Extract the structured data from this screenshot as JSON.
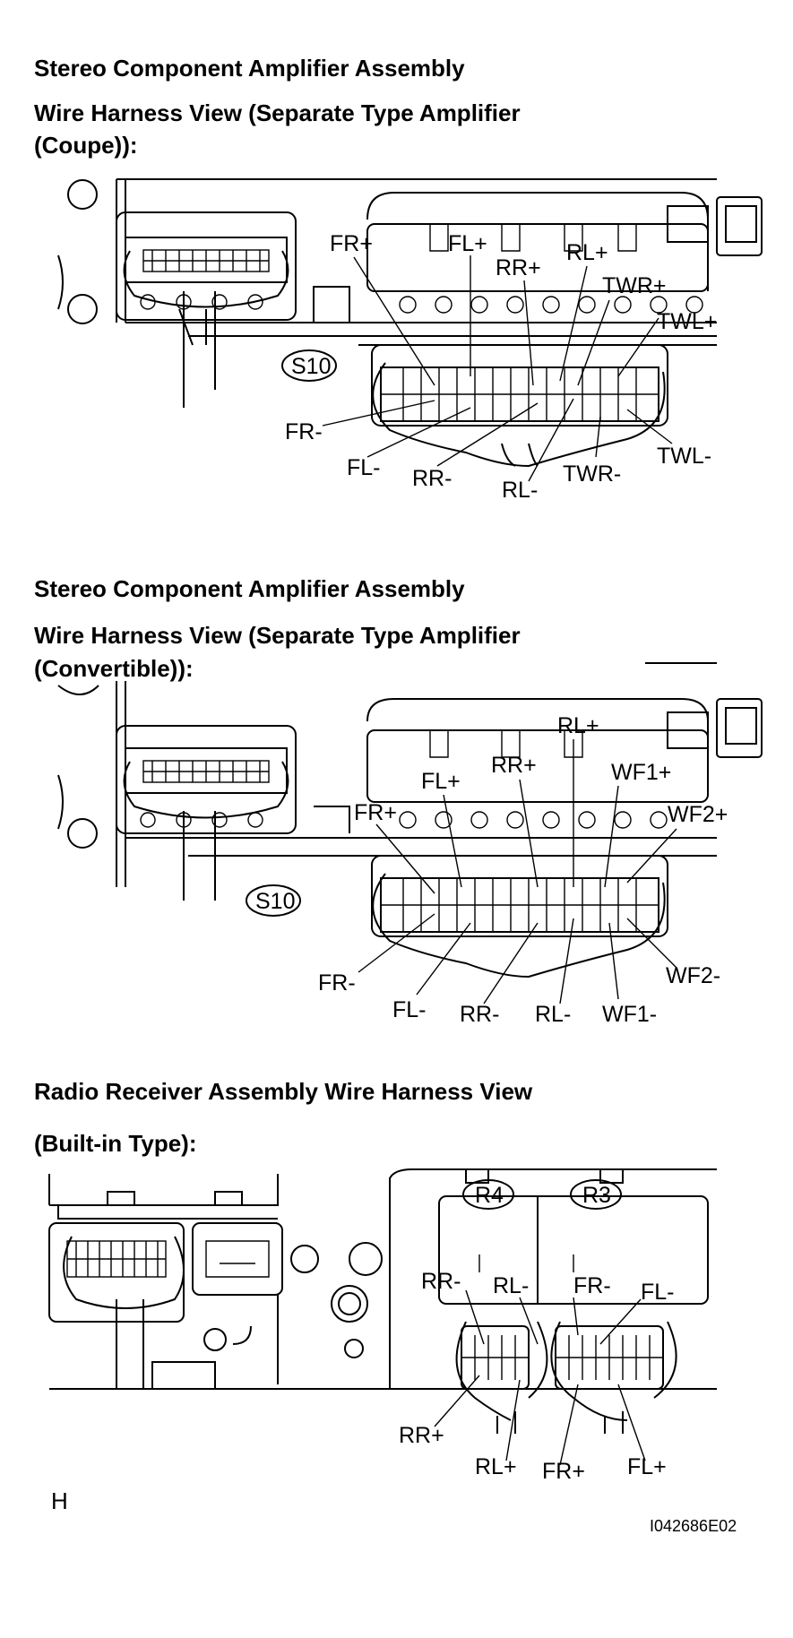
{
  "sections": [
    {
      "heading": "Stereo Component Amplifier Assembly",
      "subheading_line1": "Wire Harness View (Separate Type Amplifier",
      "subheading_line2": "(Coupe)):",
      "badge": "S10",
      "labels": {
        "fr_plus": "FR+",
        "fl_plus": "FL+",
        "rl_plus": "RL+",
        "rr_plus": "RR+",
        "twr_plus": "TWR+",
        "twl_plus": "TWL+",
        "fr_minus": "FR-",
        "fl_minus": "FL-",
        "rr_minus": "RR-",
        "rl_minus": "RL-",
        "twr_minus": "TWR-",
        "twl_minus": "TWL-"
      }
    },
    {
      "heading": "Stereo Component Amplifier Assembly",
      "subheading_line1": "Wire Harness View (Separate Type Amplifier",
      "subheading_line2": "(Convertible)):",
      "badge": "S10",
      "labels": {
        "rl_plus": "RL+",
        "rr_plus": "RR+",
        "fl_plus": "FL+",
        "wf1_plus": "WF1+",
        "fr_plus": "FR+",
        "wf2_plus": "WF2+",
        "fr_minus": "FR-",
        "fl_minus": "FL-",
        "rr_minus": "RR-",
        "rl_minus": "RL-",
        "wf1_minus": "WF1-",
        "wf2_minus": "WF2-"
      }
    },
    {
      "heading": "Radio Receiver Assembly Wire Harness View",
      "subheading": "(Built-in Type):",
      "badge_left": "R4",
      "badge_right": "R3",
      "labels": {
        "rr_minus": "RR-",
        "rl_minus": "RL-",
        "fr_minus": "FR-",
        "fl_minus": "FL-",
        "rr_plus": "RR+",
        "rl_plus": "RL+",
        "fr_plus": "FR+",
        "fl_plus": "FL+"
      }
    }
  ],
  "footer": {
    "letter": "H",
    "code": "I042686E02"
  }
}
